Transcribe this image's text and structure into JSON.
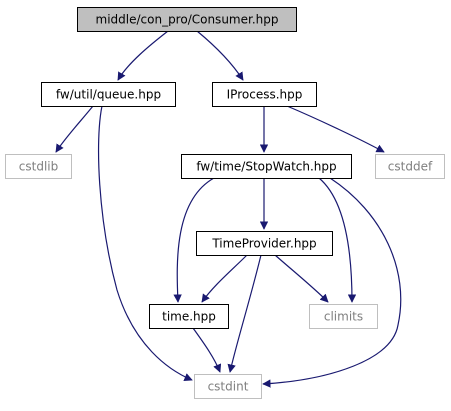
{
  "colors": {
    "edge": "#191970",
    "node_border": "#000000",
    "external_border": "#bfbfbf",
    "root_fill": "#bfbfbf",
    "node_fill": "#ffffff",
    "text": "#000000",
    "external_text": "#7f7f7f"
  },
  "nodes": [
    {
      "id": "consumer",
      "label": "middle/con_pro/Consumer.hpp",
      "kind": "root"
    },
    {
      "id": "queue",
      "label": "fw/util/queue.hpp",
      "kind": "internal"
    },
    {
      "id": "iprocess",
      "label": "IProcess.hpp",
      "kind": "internal"
    },
    {
      "id": "cstdlib",
      "label": "cstdlib",
      "kind": "external"
    },
    {
      "id": "stopwatch",
      "label": "fw/time/StopWatch.hpp",
      "kind": "internal"
    },
    {
      "id": "cstddef",
      "label": "cstddef",
      "kind": "external"
    },
    {
      "id": "timeprovider",
      "label": "TimeProvider.hpp",
      "kind": "internal"
    },
    {
      "id": "time",
      "label": "time.hpp",
      "kind": "internal"
    },
    {
      "id": "climits",
      "label": "climits",
      "kind": "external"
    },
    {
      "id": "cstdint",
      "label": "cstdint",
      "kind": "external"
    }
  ],
  "edges": [
    {
      "from": "consumer",
      "to": "queue"
    },
    {
      "from": "consumer",
      "to": "iprocess"
    },
    {
      "from": "queue",
      "to": "cstdlib"
    },
    {
      "from": "queue",
      "to": "cstdint"
    },
    {
      "from": "iprocess",
      "to": "stopwatch"
    },
    {
      "from": "iprocess",
      "to": "cstddef"
    },
    {
      "from": "stopwatch",
      "to": "time"
    },
    {
      "from": "stopwatch",
      "to": "timeprovider"
    },
    {
      "from": "stopwatch",
      "to": "climits"
    },
    {
      "from": "stopwatch",
      "to": "cstdint"
    },
    {
      "from": "timeprovider",
      "to": "time"
    },
    {
      "from": "timeprovider",
      "to": "climits"
    },
    {
      "from": "timeprovider",
      "to": "cstdint"
    },
    {
      "from": "time",
      "to": "cstdint"
    }
  ]
}
